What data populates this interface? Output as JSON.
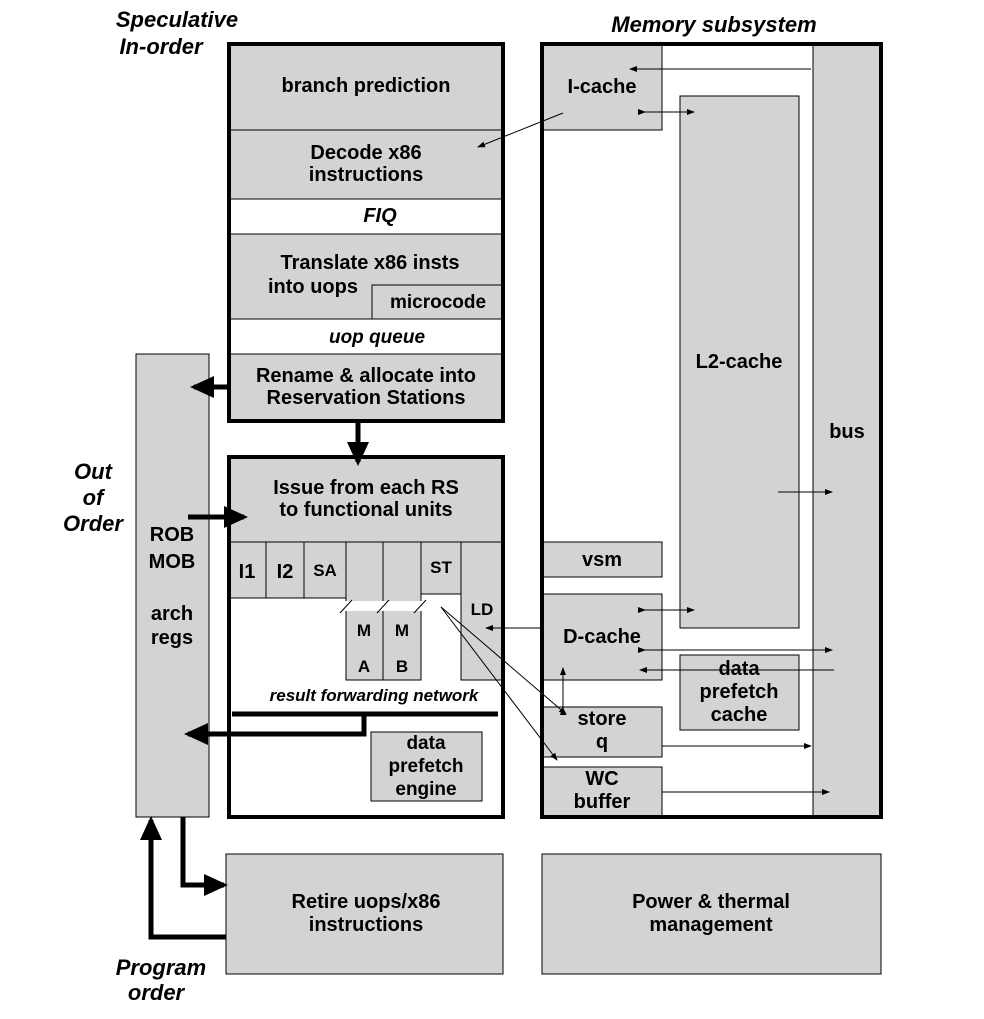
{
  "headings": {
    "speculative": [
      "Speculative",
      "In-order"
    ],
    "memory": "Memory subsystem",
    "out_of_order": [
      "Out",
      "of",
      "Order"
    ],
    "program_order": [
      "Program",
      "order"
    ]
  },
  "frontend": {
    "branch_prediction": "branch prediction",
    "decode": [
      "Decode x86",
      "instructions"
    ],
    "fiq": "FIQ",
    "translate": [
      "Translate x86 insts",
      "into uops"
    ],
    "microcode": "microcode",
    "uop_queue": "uop queue",
    "rename": [
      "Rename & allocate into",
      "Reservation Stations"
    ]
  },
  "ooo": {
    "issue": [
      "Issue from each RS",
      "to functional units"
    ],
    "units": {
      "i1": "I1",
      "i2": "I2",
      "sa": "SA",
      "st": "ST",
      "ld": "LD"
    },
    "ma": [
      "M",
      "A"
    ],
    "mb": [
      "M",
      "B"
    ],
    "result_forwarding": "result forwarding network",
    "prefetch_engine": [
      "data",
      "prefetch",
      "engine"
    ]
  },
  "rob": [
    "ROB",
    "MOB",
    "",
    "arch",
    "regs"
  ],
  "memory": {
    "icache": "I-cache",
    "l2": "L2-cache",
    "bus": "bus",
    "vsm": "vsm",
    "dcache": "D-cache",
    "data_prefetch_cache": [
      "data",
      "prefetch",
      "cache"
    ],
    "store_q": [
      "store",
      "q"
    ],
    "wc_buffer": [
      "WC",
      "buffer"
    ]
  },
  "retire": [
    "Retire uops/x86",
    "instructions"
  ],
  "power": [
    "Power & thermal",
    "management"
  ],
  "colors": {
    "fill": "#d3d3d3",
    "stroke": "#000000",
    "background": "#ffffff"
  }
}
